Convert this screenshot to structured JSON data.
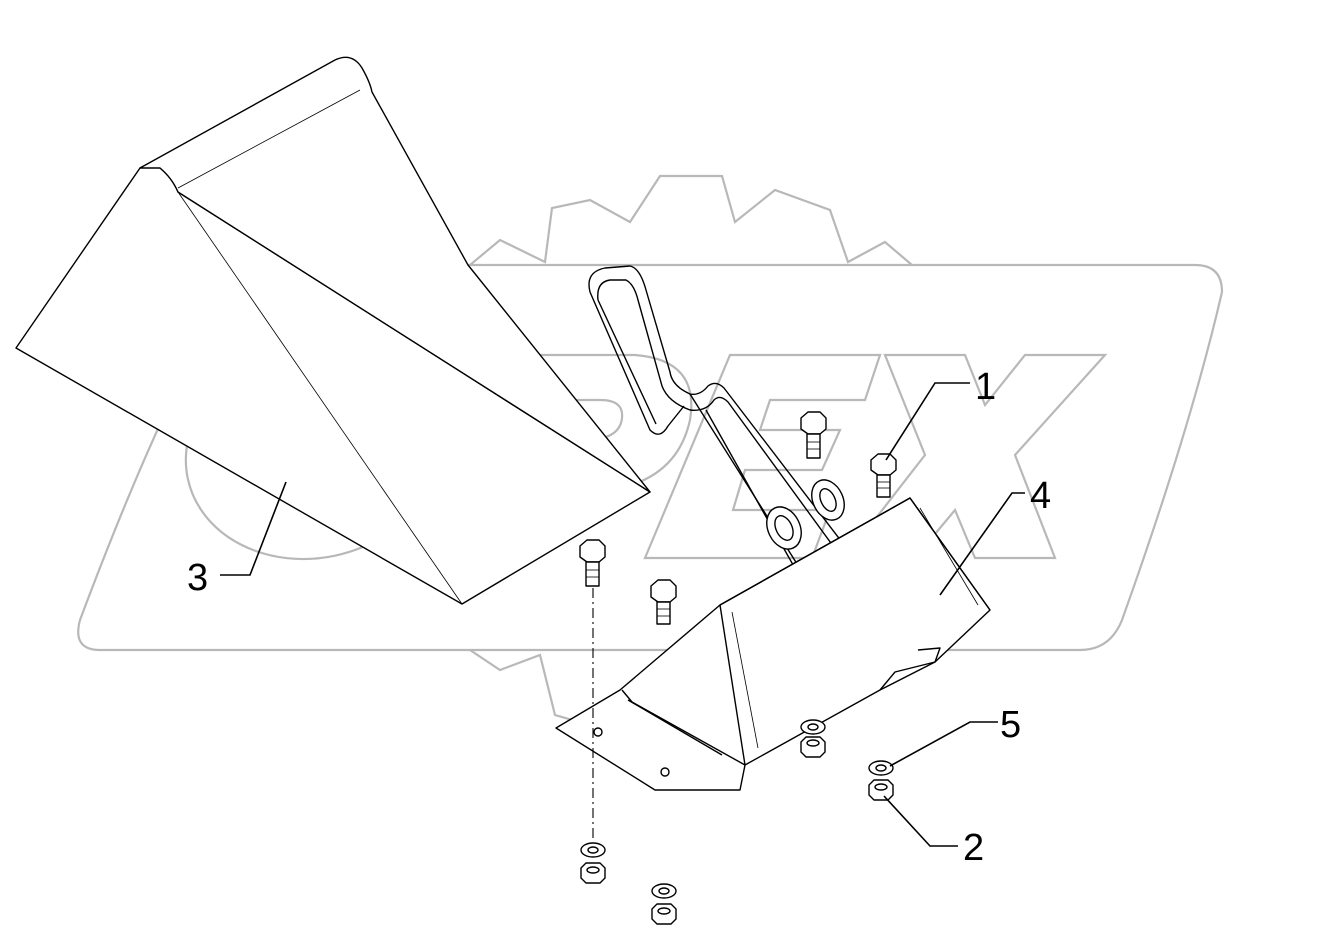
{
  "diagram": {
    "callouts": [
      {
        "id": "1",
        "label": "1"
      },
      {
        "id": "2",
        "label": "2"
      },
      {
        "id": "3",
        "label": "3"
      },
      {
        "id": "4",
        "label": "4"
      },
      {
        "id": "5",
        "label": "5"
      }
    ]
  },
  "colors": {
    "line": "#000000",
    "watermark": "#b8b8b8",
    "background": "#ffffff"
  }
}
